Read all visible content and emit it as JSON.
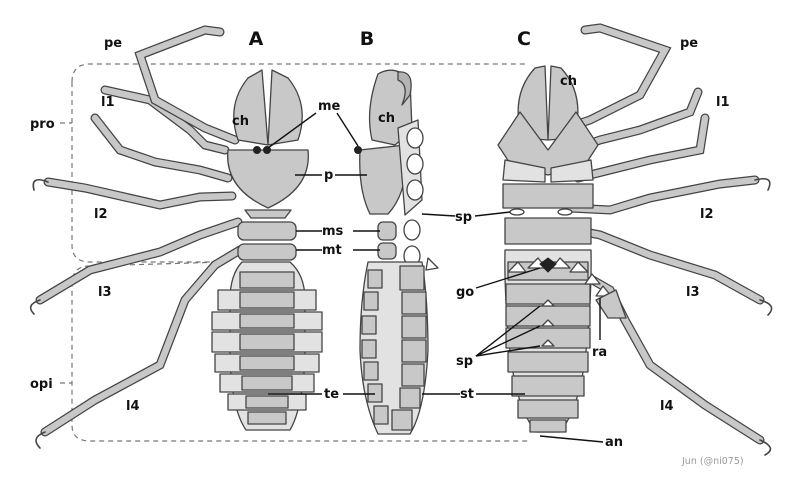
{
  "views": [
    {
      "id": "A",
      "title": "A"
    },
    {
      "id": "B",
      "title": "B"
    },
    {
      "id": "C",
      "title": "C"
    }
  ],
  "regions": {
    "prosoma": "pro",
    "opisthosoma": "opi"
  },
  "labels": {
    "pe_left": "pe",
    "pe_right": "pe",
    "l1_left": "l1",
    "l1_right": "l1",
    "l2_left": "l2",
    "l2_right": "l2",
    "l3_left": "l3",
    "l3_right": "l3",
    "l4_left": "l4",
    "l4_right": "l4",
    "ch_A": "ch",
    "ch_B": "ch",
    "ch_C": "ch",
    "me": "me",
    "p": "p",
    "ms": "ms",
    "mt": "mt",
    "te": "te",
    "sp_upper": "sp",
    "sp_lower": "sp",
    "go": "go",
    "ra": "ra",
    "st": "st",
    "an": "an"
  },
  "credit": "Jun (@ni075)",
  "colors": {
    "segment": "#c8c8c8",
    "segment_light": "#e2e2e2",
    "outline": "#444444",
    "text": "#111111",
    "credit": "#9a9a9a"
  }
}
